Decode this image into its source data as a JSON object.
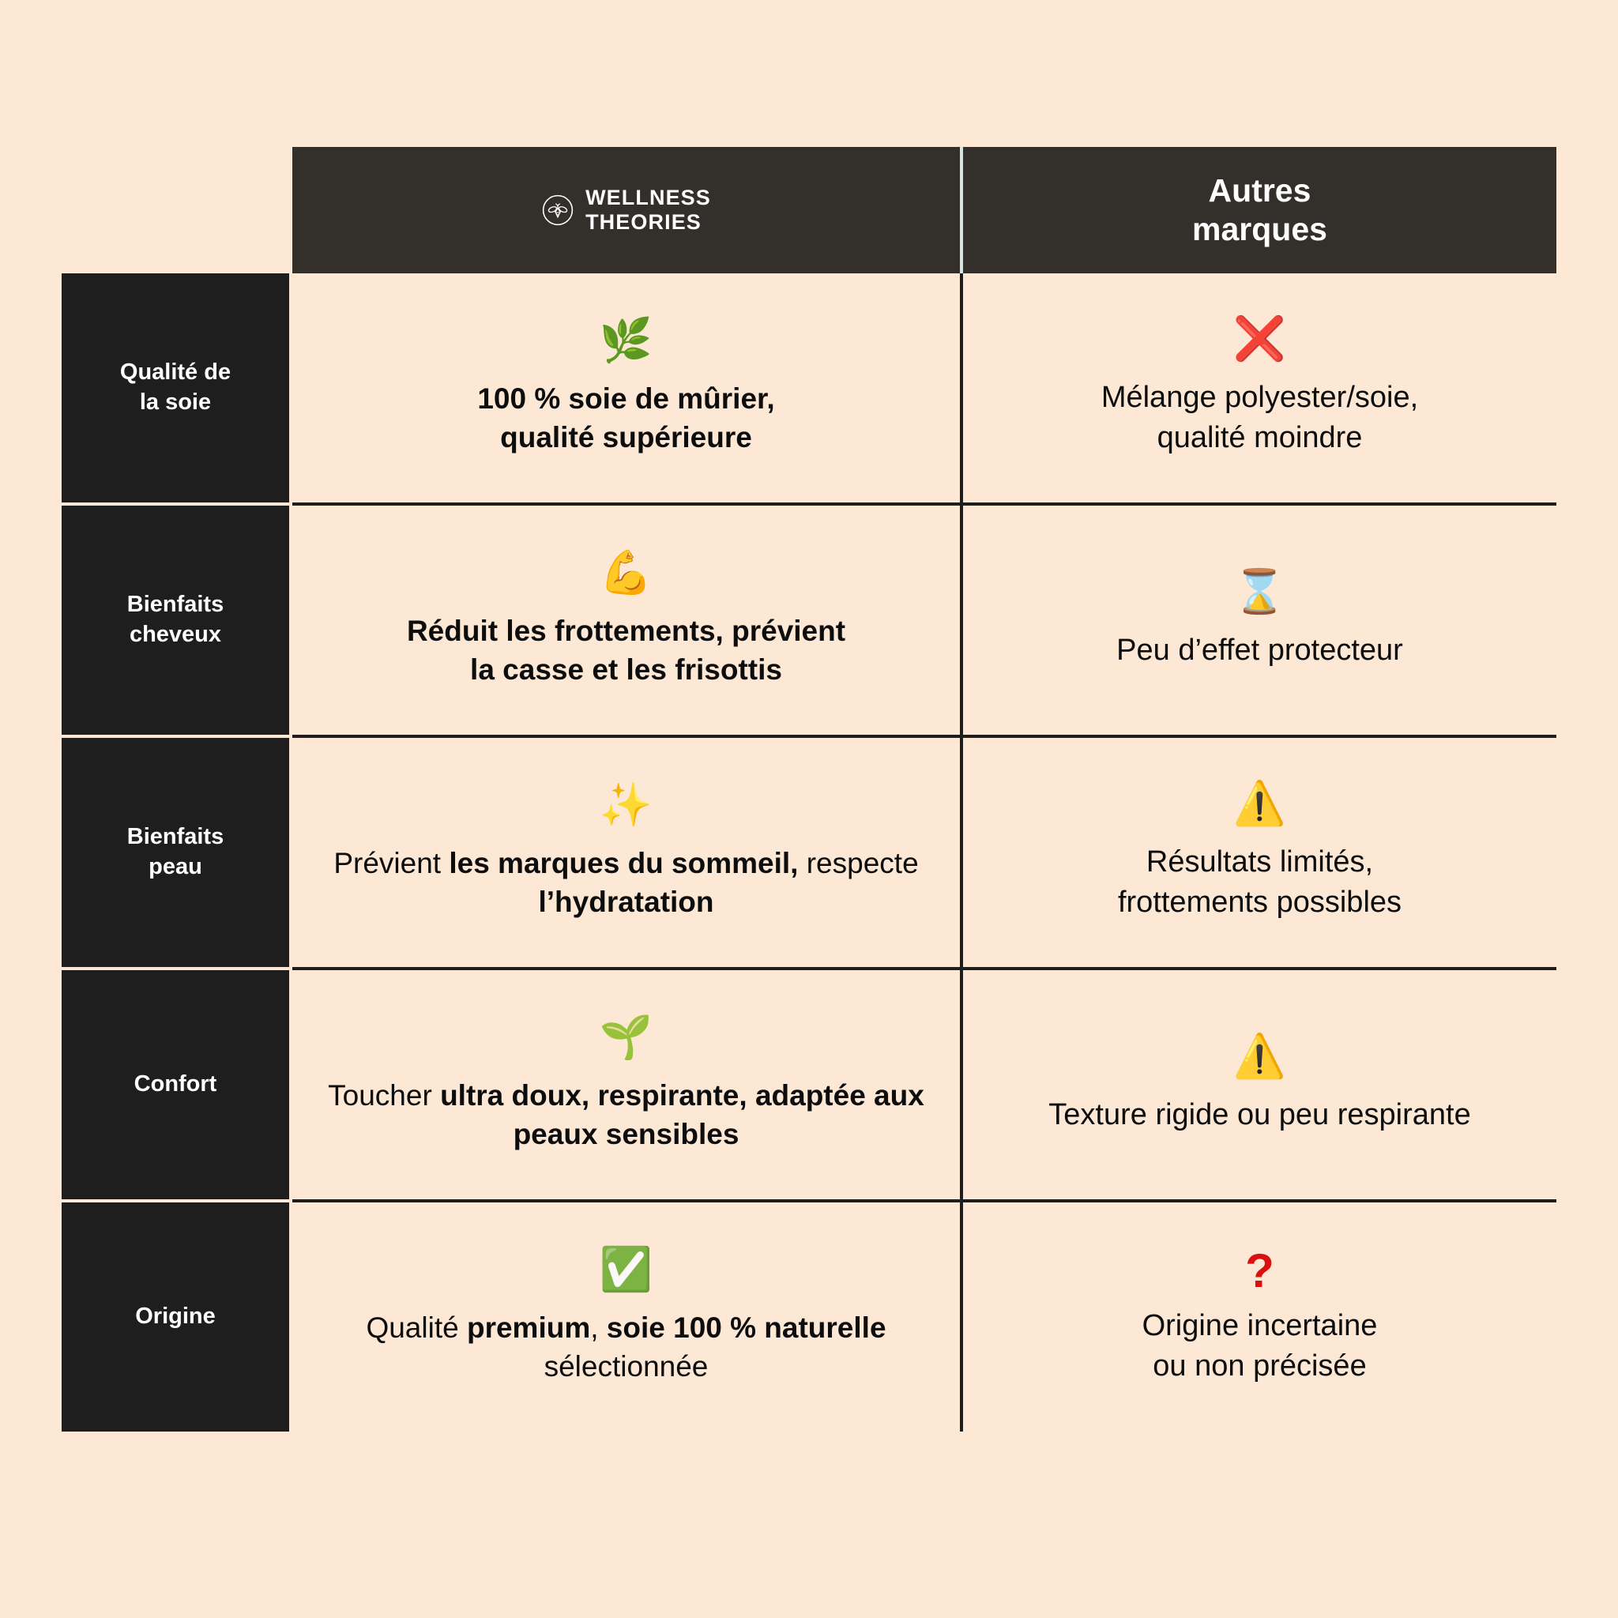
{
  "page": {
    "background_color": "#fce8d5",
    "text_color": "#0d0d0d"
  },
  "colors": {
    "header_bg": "#332f2b",
    "label_bg": "#1e1e1e",
    "cell_bg": "#fce8d5",
    "header_divider": "#d7e4e0",
    "body_divider": "#1e1e1e",
    "accent_red": "#d81010",
    "accent_green": "#3aa02a"
  },
  "header": {
    "brand": {
      "logo_icon": "bee-botanical-circle-logo",
      "line1": "WELLNESS",
      "line2": "THEORIES"
    },
    "other": {
      "label": "Autres\nmarques"
    }
  },
  "rows": [
    {
      "label": "Qualité de\nla soie",
      "brand": {
        "icon": "herb-emoji",
        "icon_glyph": "🌿",
        "segments": [
          {
            "text": "100 % soie de mûrier,",
            "bold": true
          },
          {
            "text": "qualité supérieure",
            "bold": true
          }
        ],
        "plain_text": "100 % soie de mûrier, qualité supérieure"
      },
      "other": {
        "icon": "cross-mark-emoji",
        "icon_glyph": "❌",
        "plain_text": "Mélange polyester/soie,\nqualité moindre"
      }
    },
    {
      "label": "Bienfaits\ncheveux",
      "brand": {
        "icon": "flexed-biceps-emoji",
        "icon_glyph": "💪",
        "segments": [
          {
            "text": "Réduit les frottements, prévient",
            "bold": true
          },
          {
            "text": "la casse et les frisottis",
            "bold": true
          }
        ],
        "plain_text": "Réduit les frottements, prévient la casse et les frisottis"
      },
      "other": {
        "icon": "hourglass-emoji",
        "icon_glyph": "⌛",
        "plain_text": "Peu d’effet protecteur"
      }
    },
    {
      "label": "Bienfaits\npeau",
      "brand": {
        "icon": "sparkles-emoji",
        "icon_glyph": "✨",
        "segments": [
          {
            "text": "Prévient ",
            "bold": false
          },
          {
            "text": "les marques du sommeil,",
            "bold": true
          },
          {
            "text": " respecte ",
            "bold": false
          },
          {
            "text": "l’hydratation",
            "bold": true
          }
        ],
        "plain_text": "Prévient les marques du sommeil, respecte l’hydratation"
      },
      "other": {
        "icon": "warning-emoji",
        "icon_glyph": "⚠️",
        "plain_text": "Résultats limités,\nfrottements possibles"
      }
    },
    {
      "label": "Confort",
      "brand": {
        "icon": "seedling-emoji",
        "icon_glyph": "🌱",
        "segments": [
          {
            "text": "Toucher ",
            "bold": false
          },
          {
            "text": "ultra doux, respirante, adaptée aux peaux sensibles",
            "bold": true
          }
        ],
        "plain_text": "Toucher ultra doux, respirante, adaptée aux peaux sensibles"
      },
      "other": {
        "icon": "warning-emoji",
        "icon_glyph": "⚠️",
        "plain_text": "Texture rigide ou peu respirante"
      }
    },
    {
      "label": "Origine",
      "brand": {
        "icon": "check-mark-button-emoji",
        "icon_glyph": "✅",
        "segments": [
          {
            "text": "Qualité ",
            "bold": false
          },
          {
            "text": "premium",
            "bold": true
          },
          {
            "text": ", ",
            "bold": false
          },
          {
            "text": "soie 100 % naturelle",
            "bold": true
          },
          {
            "text": " sélectionnée",
            "bold": false
          }
        ],
        "plain_text": "Qualité premium, soie 100 % naturelle sélectionnée"
      },
      "other": {
        "icon": "red-question-mark",
        "icon_glyph": "?",
        "plain_text": "Origine incertaine\nou non précisée"
      }
    }
  ]
}
